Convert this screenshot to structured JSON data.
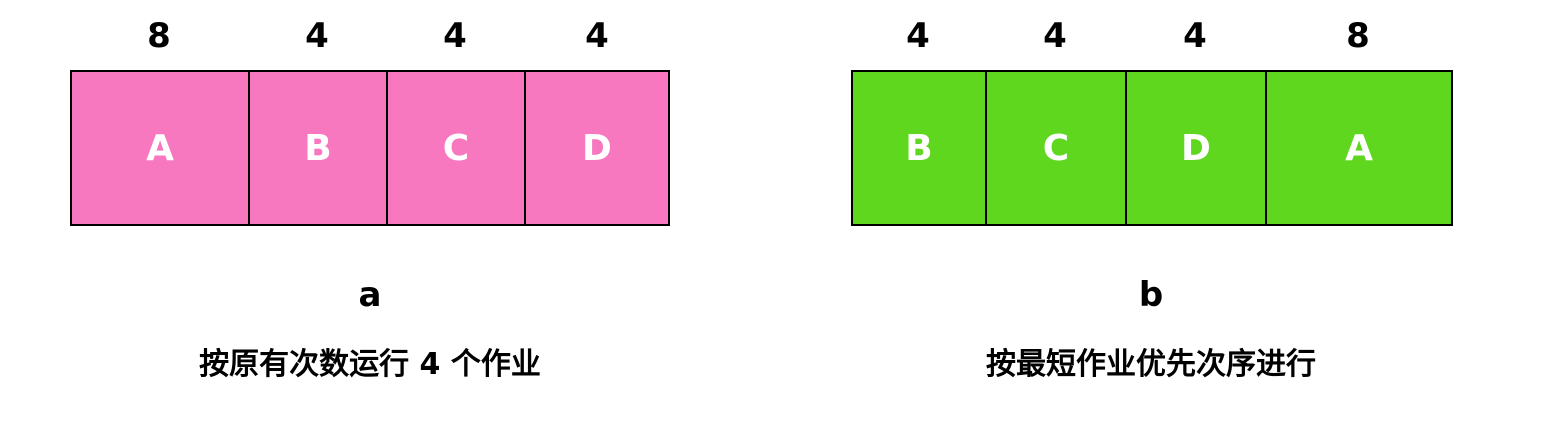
{
  "diagram_a": {
    "color": "#f878bf",
    "jobs": [
      {
        "label": "A",
        "duration": "8"
      },
      {
        "label": "B",
        "duration": "4"
      },
      {
        "label": "C",
        "duration": "4"
      },
      {
        "label": "D",
        "duration": "4"
      }
    ],
    "letter": "a",
    "caption": "按原有次数运行 4 个作业"
  },
  "diagram_b": {
    "color": "#5ed71e",
    "jobs": [
      {
        "label": "B",
        "duration": "4"
      },
      {
        "label": "C",
        "duration": "4"
      },
      {
        "label": "D",
        "duration": "4"
      },
      {
        "label": "A",
        "duration": "8"
      }
    ],
    "letter": "b",
    "caption": "按最短作业优先次序进行"
  }
}
